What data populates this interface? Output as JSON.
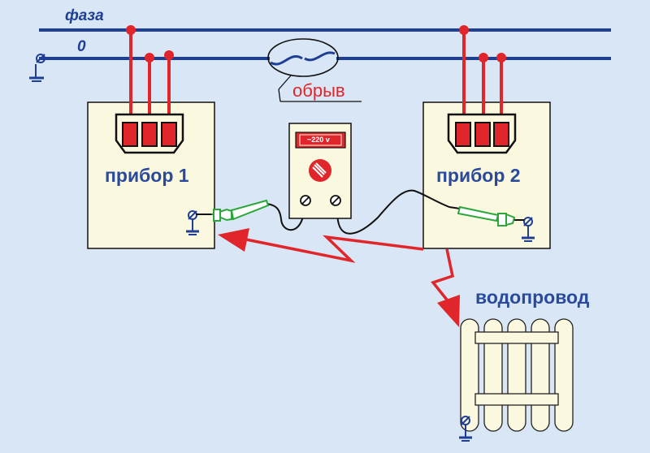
{
  "diagram": {
    "phase_label": "фаза",
    "neutral_label": "0",
    "break_label": "обрыв",
    "device1_label": "прибор 1",
    "device2_label": "прибор 2",
    "meter_reading": "~220 v",
    "water_pipe_label": "водопровод"
  },
  "colors": {
    "background": "#d8e6f5",
    "line": "#1f3f95",
    "wire": "#e0262b",
    "device_fill": "#fbf8e0",
    "probe": "#2aa63a"
  }
}
